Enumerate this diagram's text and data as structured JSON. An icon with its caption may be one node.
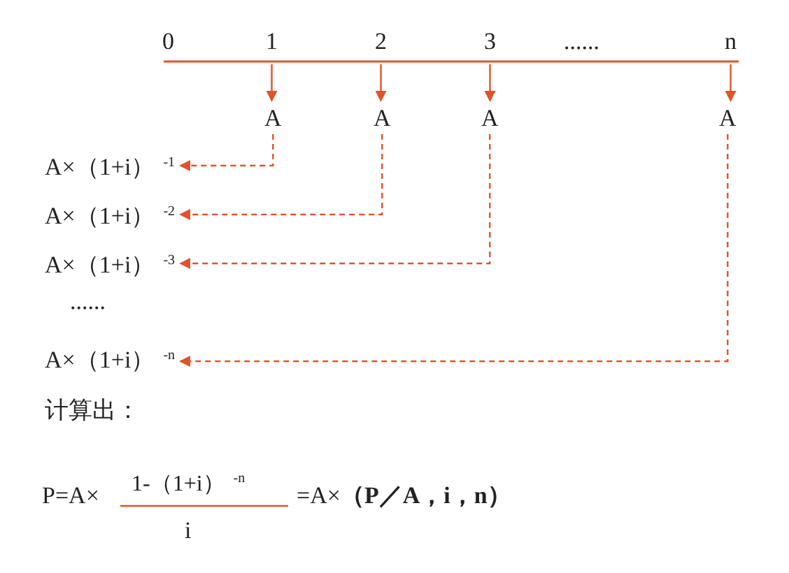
{
  "diagram": {
    "nodes": [
      {
        "text": [
          "1"
        ]
      },
      {
        "text": [
          "2"
        ]
      },
      {
        "text": [
          "3"
        ]
      },
      {
        "text": [
          "n"
        ]
      },
      {
        "text": [
          "A"
        ]
      },
      {
        "text": [
          "A"
        ]
      },
      {
        "text": [
          "A"
        ]
      },
      {
        "text": [
          "A"
        ]
      },
      {
        "text": [
          "A×（1+i）$^{-1}$"
        ]
      },
      {
        "text": [
          "A×（1+i）$^{-2}$"
        ]
      },
      {
        "text": [
          "A×（1+i）$^{-3}$"
        ]
      },
      {
        "text": [
          "A×（1+i）$^{-n}$"
        ]
      }
    ],
    "edges": [
      {
        "from": 0,
        "to": 4,
        "arrow": "to"
      },
      {
        "from": 1,
        "to": 5,
        "arrow": "to"
      },
      {
        "from": 2,
        "to": 6,
        "arrow": "to"
      },
      {
        "from": 3,
        "to": 7,
        "arrow": "to"
      },
      {
        "from": 4,
        "to": 8,
        "arrow": "to",
        "style": "dashed"
      },
      {
        "from": 5,
        "to": 9,
        "arrow": "to",
        "style": "dashed"
      },
      {
        "from": 6,
        "to": 10,
        "arrow": "to",
        "style": "dashed"
      },
      {
        "from": 7,
        "to": 11,
        "arrow": "to",
        "style": "dashed"
      }
    ],
    "labels": [
      "0",
      "......",
      "......",
      "计算出：",
      "P=A×",
      "1-（1+i）$^{-n}$",
      "i",
      "=A×**（P／A，i，n）**"
    ]
  }
}
